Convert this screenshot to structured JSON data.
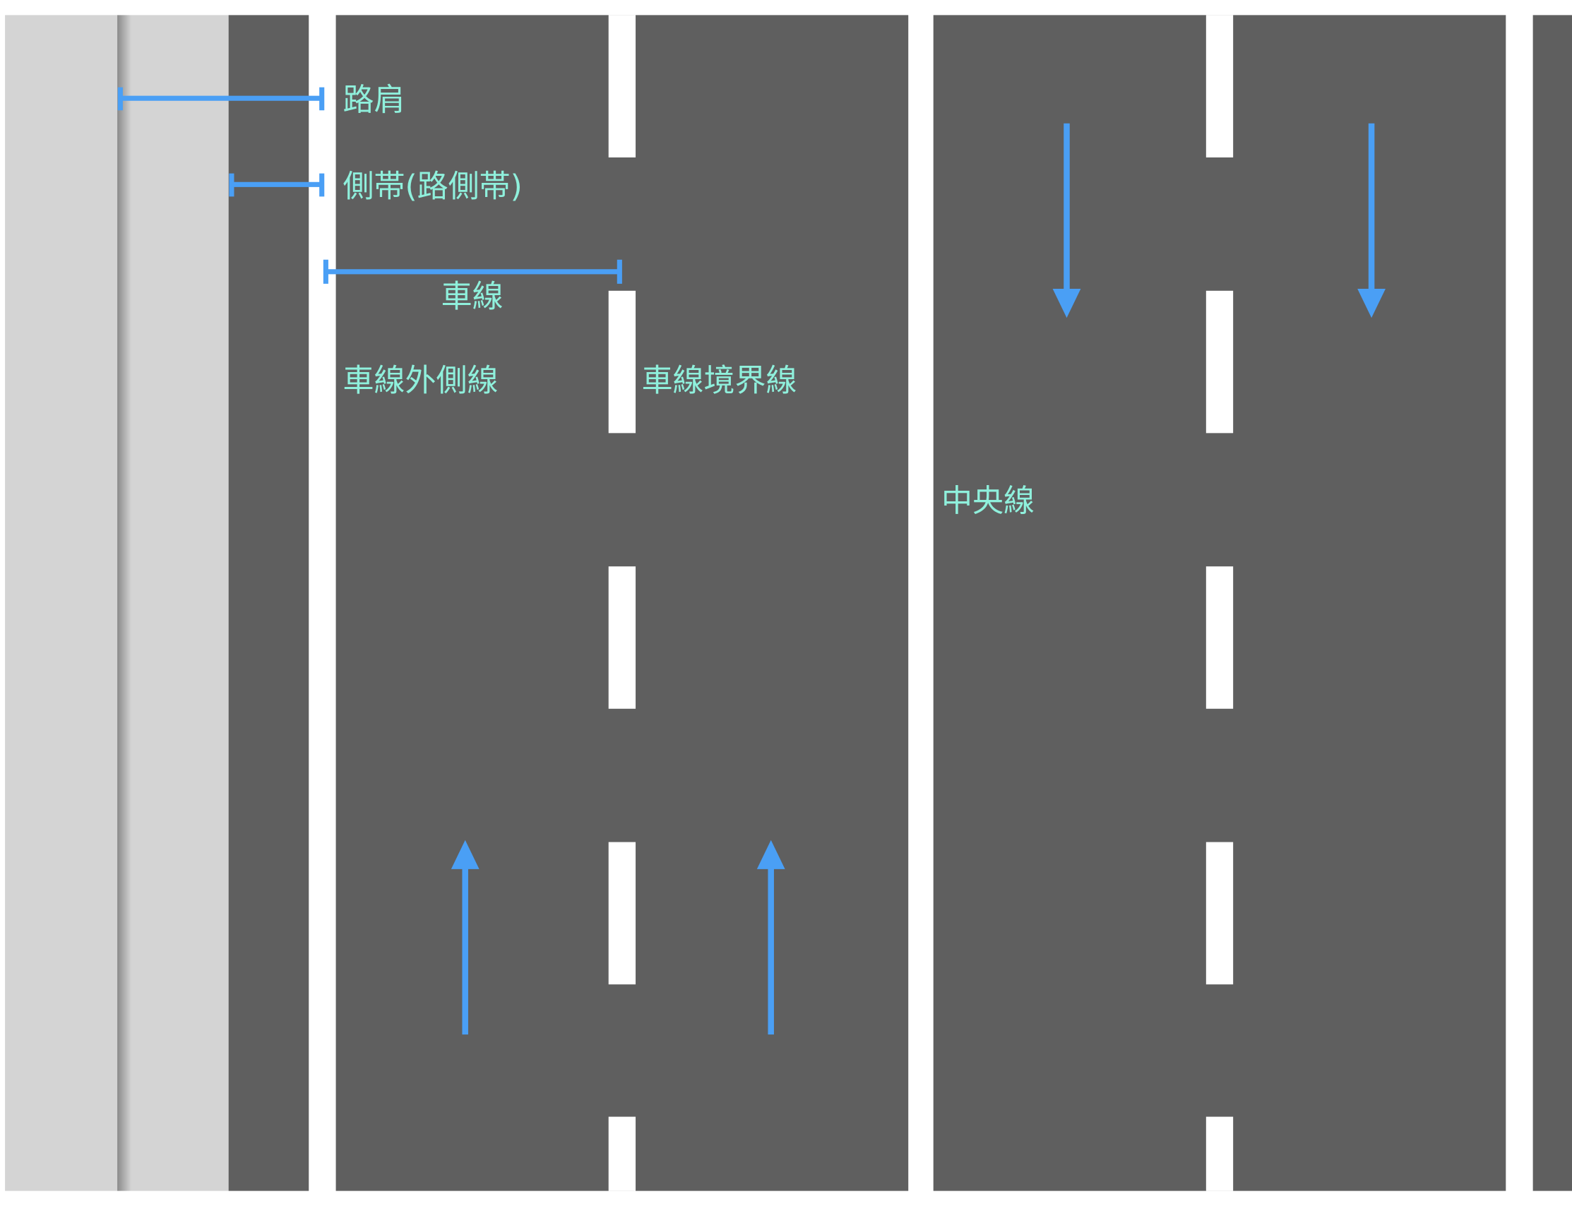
{
  "colors": {
    "asphalt": "#5f5f5f",
    "shoulder": "#d4d4d4",
    "marking": "#ffffff",
    "dimension": "#4a9ff5",
    "label": "#8ff0dc"
  },
  "labels": {
    "shoulder": "路肩",
    "side_strip": "側帯(路側帯)",
    "lane": "車線",
    "outer_line": "車線外側線",
    "lane_boundary": "車線境界線",
    "center_line": "中央線"
  },
  "arrows": [
    {
      "name": "lane-1-direction",
      "direction": "up"
    },
    {
      "name": "lane-2-direction",
      "direction": "up"
    },
    {
      "name": "lane-3-direction",
      "direction": "down"
    },
    {
      "name": "lane-4-direction",
      "direction": "down"
    }
  ]
}
